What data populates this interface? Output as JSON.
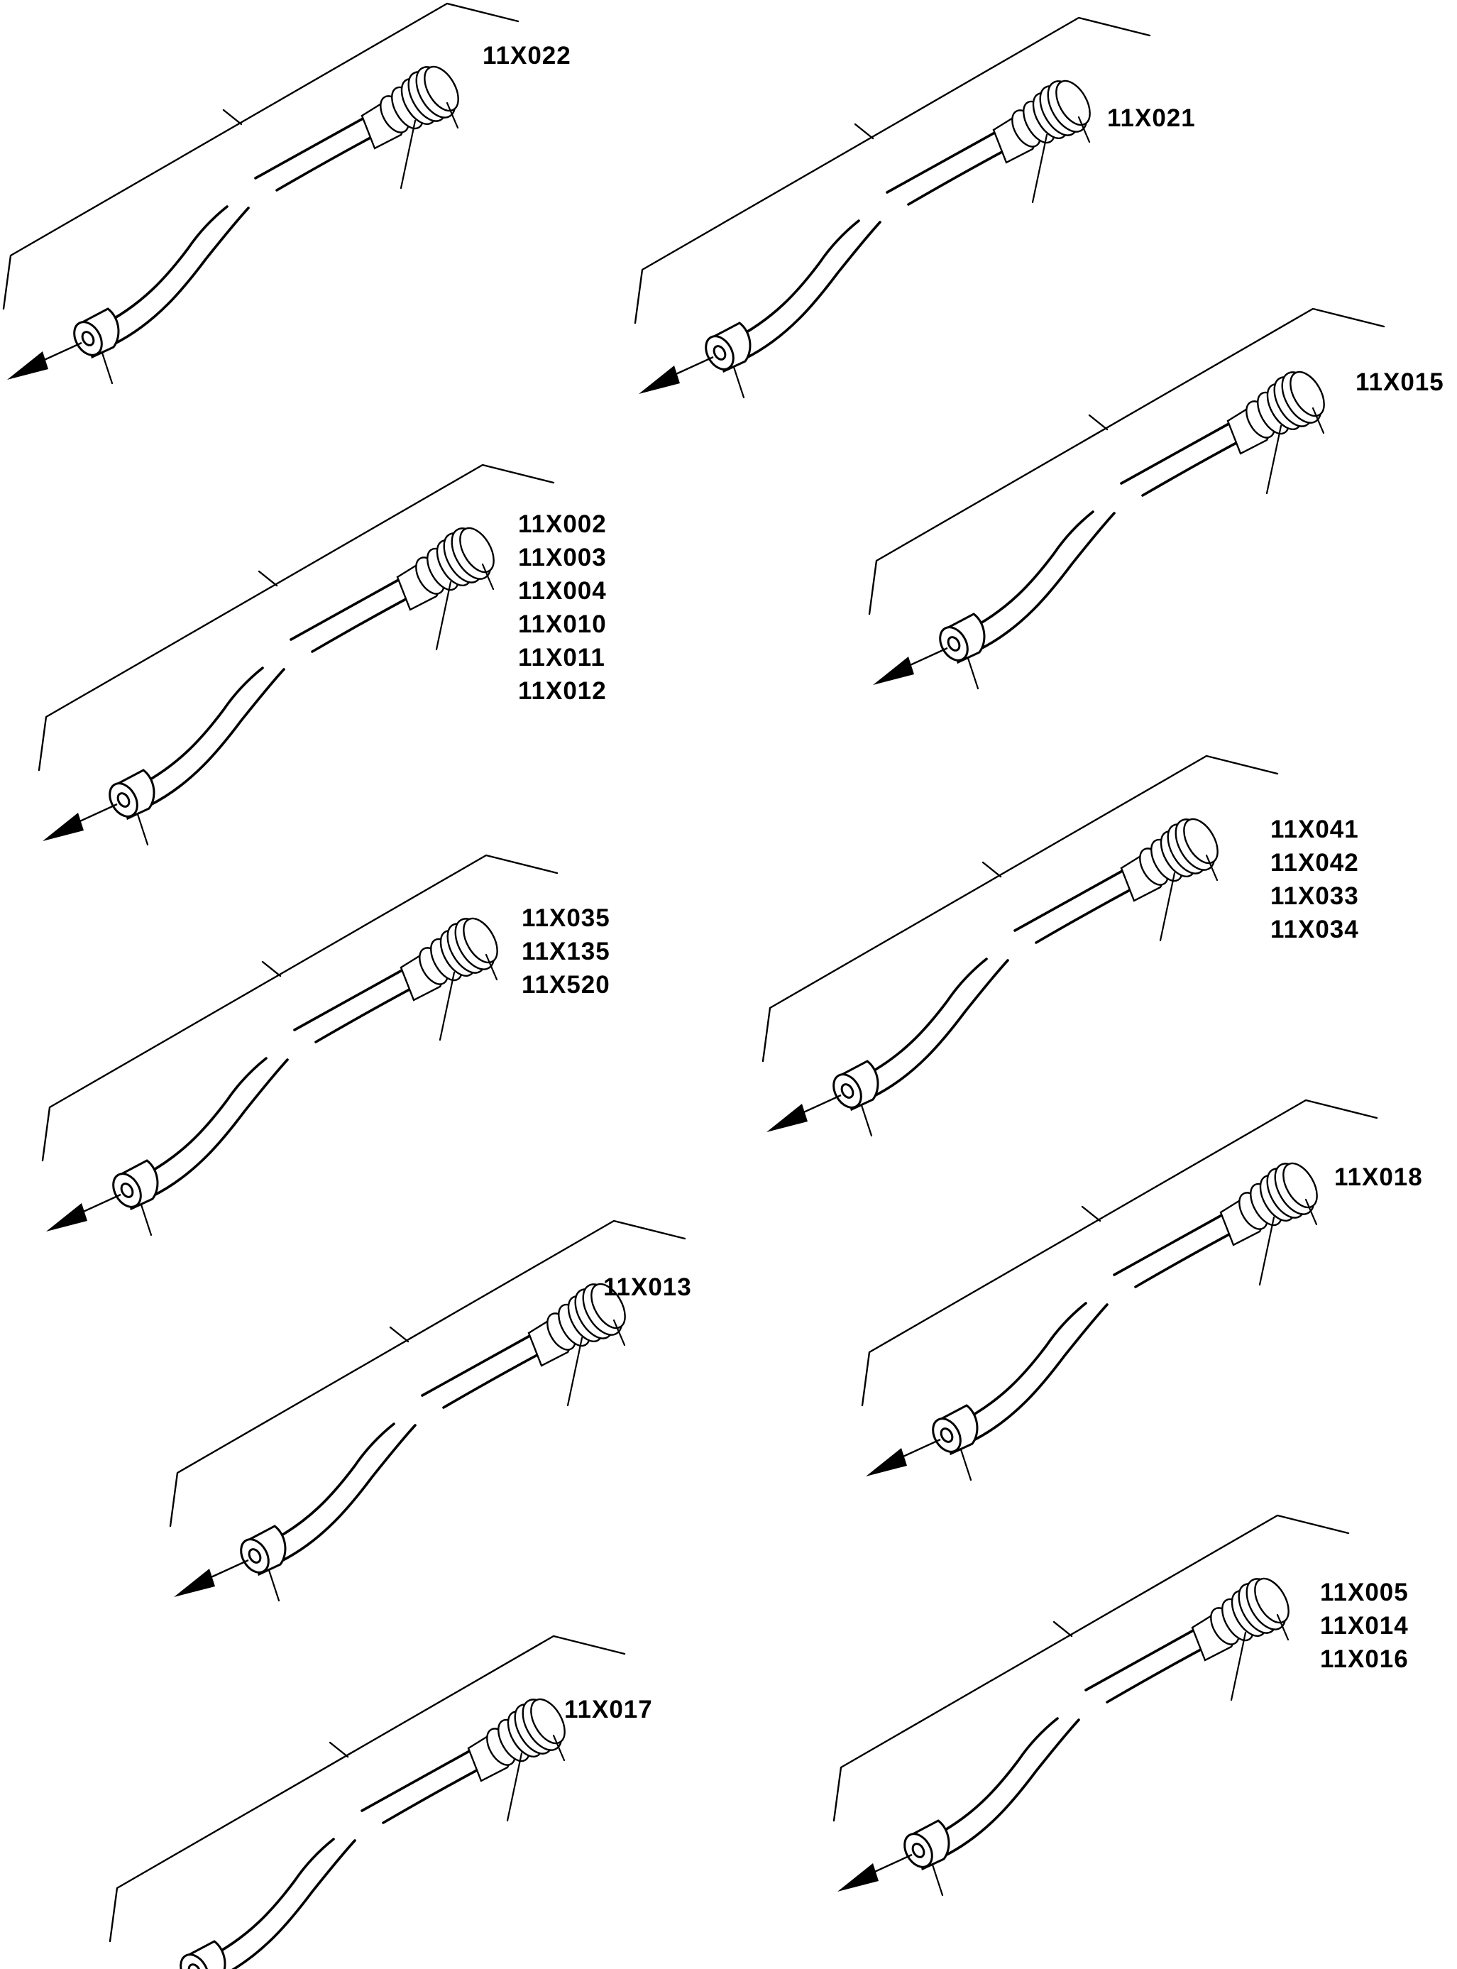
{
  "colors": {
    "line": "#000000",
    "background": "#ffffff"
  },
  "icons": {
    "flow_arrow": "arrow-head-icon",
    "connector": "threaded-connector-icon"
  },
  "assemblies": [
    {
      "id": "a1",
      "part_numbers": [
        "11X022"
      ]
    },
    {
      "id": "a2",
      "part_numbers": [
        "11X021"
      ]
    },
    {
      "id": "a3",
      "part_numbers": [
        "11X015"
      ]
    },
    {
      "id": "a4",
      "part_numbers": [
        "11X002",
        "11X003",
        "11X004",
        "11X010",
        "11X011",
        "11X012"
      ]
    },
    {
      "id": "a5",
      "part_numbers": [
        "11X041",
        "11X042",
        "11X033",
        "11X034"
      ]
    },
    {
      "id": "a6",
      "part_numbers": [
        "11X035",
        "11X135",
        "11X520"
      ]
    },
    {
      "id": "a7",
      "part_numbers": [
        "11X018"
      ]
    },
    {
      "id": "a8",
      "part_numbers": [
        "11X013"
      ]
    },
    {
      "id": "a9",
      "part_numbers": [
        "11X005",
        "11X014",
        "11X016"
      ]
    },
    {
      "id": "a10",
      "part_numbers": [
        "11X017"
      ]
    }
  ]
}
